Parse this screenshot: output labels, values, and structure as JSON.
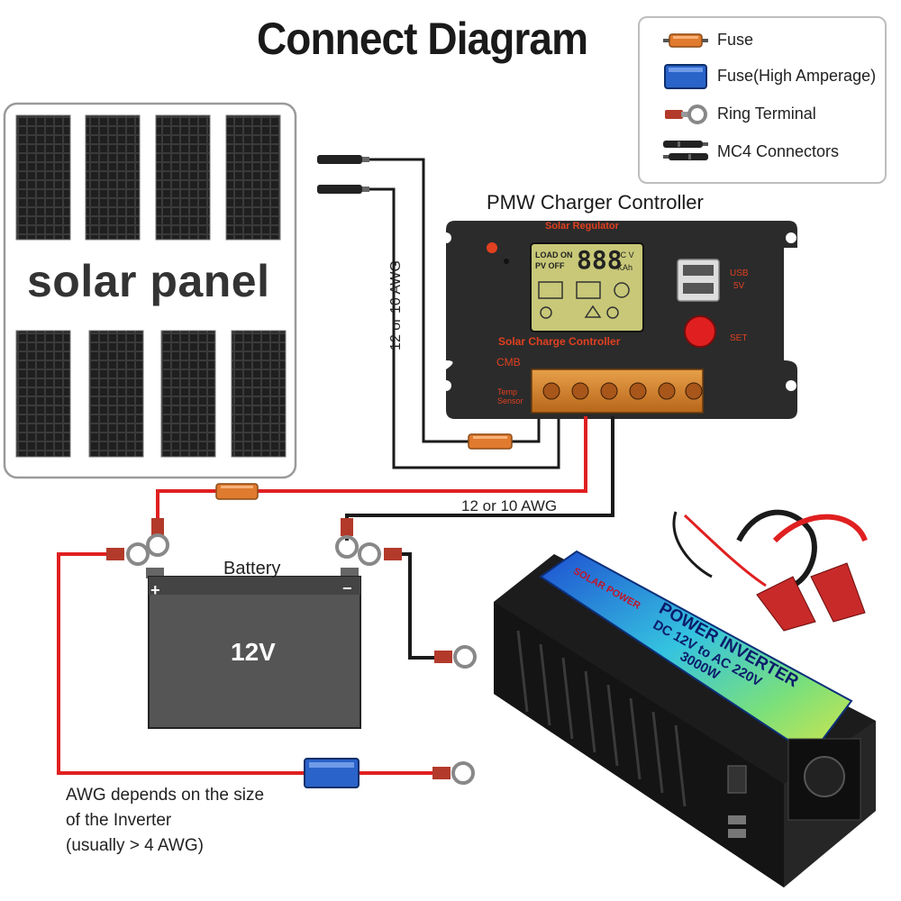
{
  "title": "Connect Diagram",
  "legend": {
    "items": [
      {
        "label": "Fuse",
        "icon": "fuse-icon",
        "color": "#e07a2e"
      },
      {
        "label": "Fuse(High Amperage)",
        "icon": "high-amperage-fuse-icon",
        "color": "#2a63c9"
      },
      {
        "label": "Ring Terminal",
        "icon": "ring-terminal-icon",
        "color": "#b33a2a"
      },
      {
        "label": "MC4 Connectors",
        "icon": "mc4-connector-icon",
        "color": "#222222"
      }
    ]
  },
  "solar_panel": {
    "label": "solar panel"
  },
  "controller": {
    "heading": "PMW Charger Controller",
    "brand": "Solar Regulator",
    "name": "Solar Charge Controller",
    "model": "CMB",
    "temp_label": "Temp Sensor",
    "lcd_left_1": "LOAD ON",
    "lcd_left_2": "PV OFF",
    "lcd_digits": "888",
    "lcd_unit_1": "°C V",
    "lcd_unit_2": "KAh",
    "usb_label": "USB",
    "usb_volt": "5V",
    "set_label": "SET"
  },
  "wire_labels": {
    "vertical": "12 or 10 AWG",
    "horizontal": "12 or 10 AWG"
  },
  "battery": {
    "label": "Battery",
    "voltage": "12V",
    "plus": "+",
    "minus": "−"
  },
  "inverter": {
    "brand": "SOLAR POWER",
    "title": "POWER INVERTER",
    "spec": "DC 12V to AC 220V",
    "rating": "3000W"
  },
  "note": {
    "line1": "AWG depends on the size",
    "line2": "of the Inverter",
    "line3": "(usually  > 4 AWG)"
  },
  "colors": {
    "wire_red": "#e02020",
    "wire_black": "#1a1a1a",
    "fuse": "#e07a2e",
    "high_fuse": "#2a63c9",
    "controller_body": "#2b2b2b",
    "terminal_block": "#d98b2a",
    "battery_body": "#555555",
    "inverter_body": "#1c1c1c"
  }
}
